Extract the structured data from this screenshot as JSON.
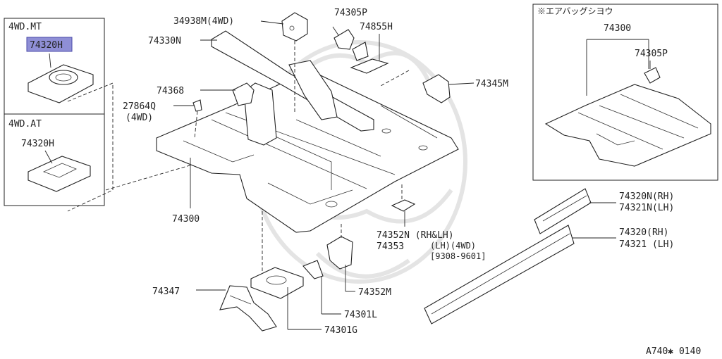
{
  "panels": {
    "mt_title": "4WD.MT",
    "mt_part": "74320H",
    "at_title": "4WD.AT",
    "at_part": "74320H",
    "airbag_title": "※エアバッグシヨウ",
    "airbag_floor": "74300",
    "airbag_bracket": "74305P"
  },
  "labels": {
    "p34938m": "34938M(4WD)",
    "p74330n": "74330N",
    "p74305p": "74305P",
    "p74855h": "74855H",
    "p74345m": "74345M",
    "p74368": "74368",
    "p27864q": "27864Q",
    "p27864q_note": "(4WD)",
    "p74300": "74300",
    "p74352n": "74352N (RH&LH)",
    "p74353": "74353",
    "p74353_note1": "(LH)(4WD)",
    "p74353_note2": "[9308-9601]",
    "p74320n_rh": "74320N(RH)",
    "p74321n_lh": "74321N(LH)",
    "p74320_rh": "74320(RH)",
    "p74321_lh": "74321 (LH)",
    "p74347": "74347",
    "p74301l": "74301L",
    "p74352m": "74352M",
    "p74301g": "74301G"
  },
  "footer": {
    "code": "A740✱ 0140"
  },
  "colors": {
    "highlight": "#8f8fd6",
    "line": "#222222",
    "watermark": "#e4e4e4"
  }
}
